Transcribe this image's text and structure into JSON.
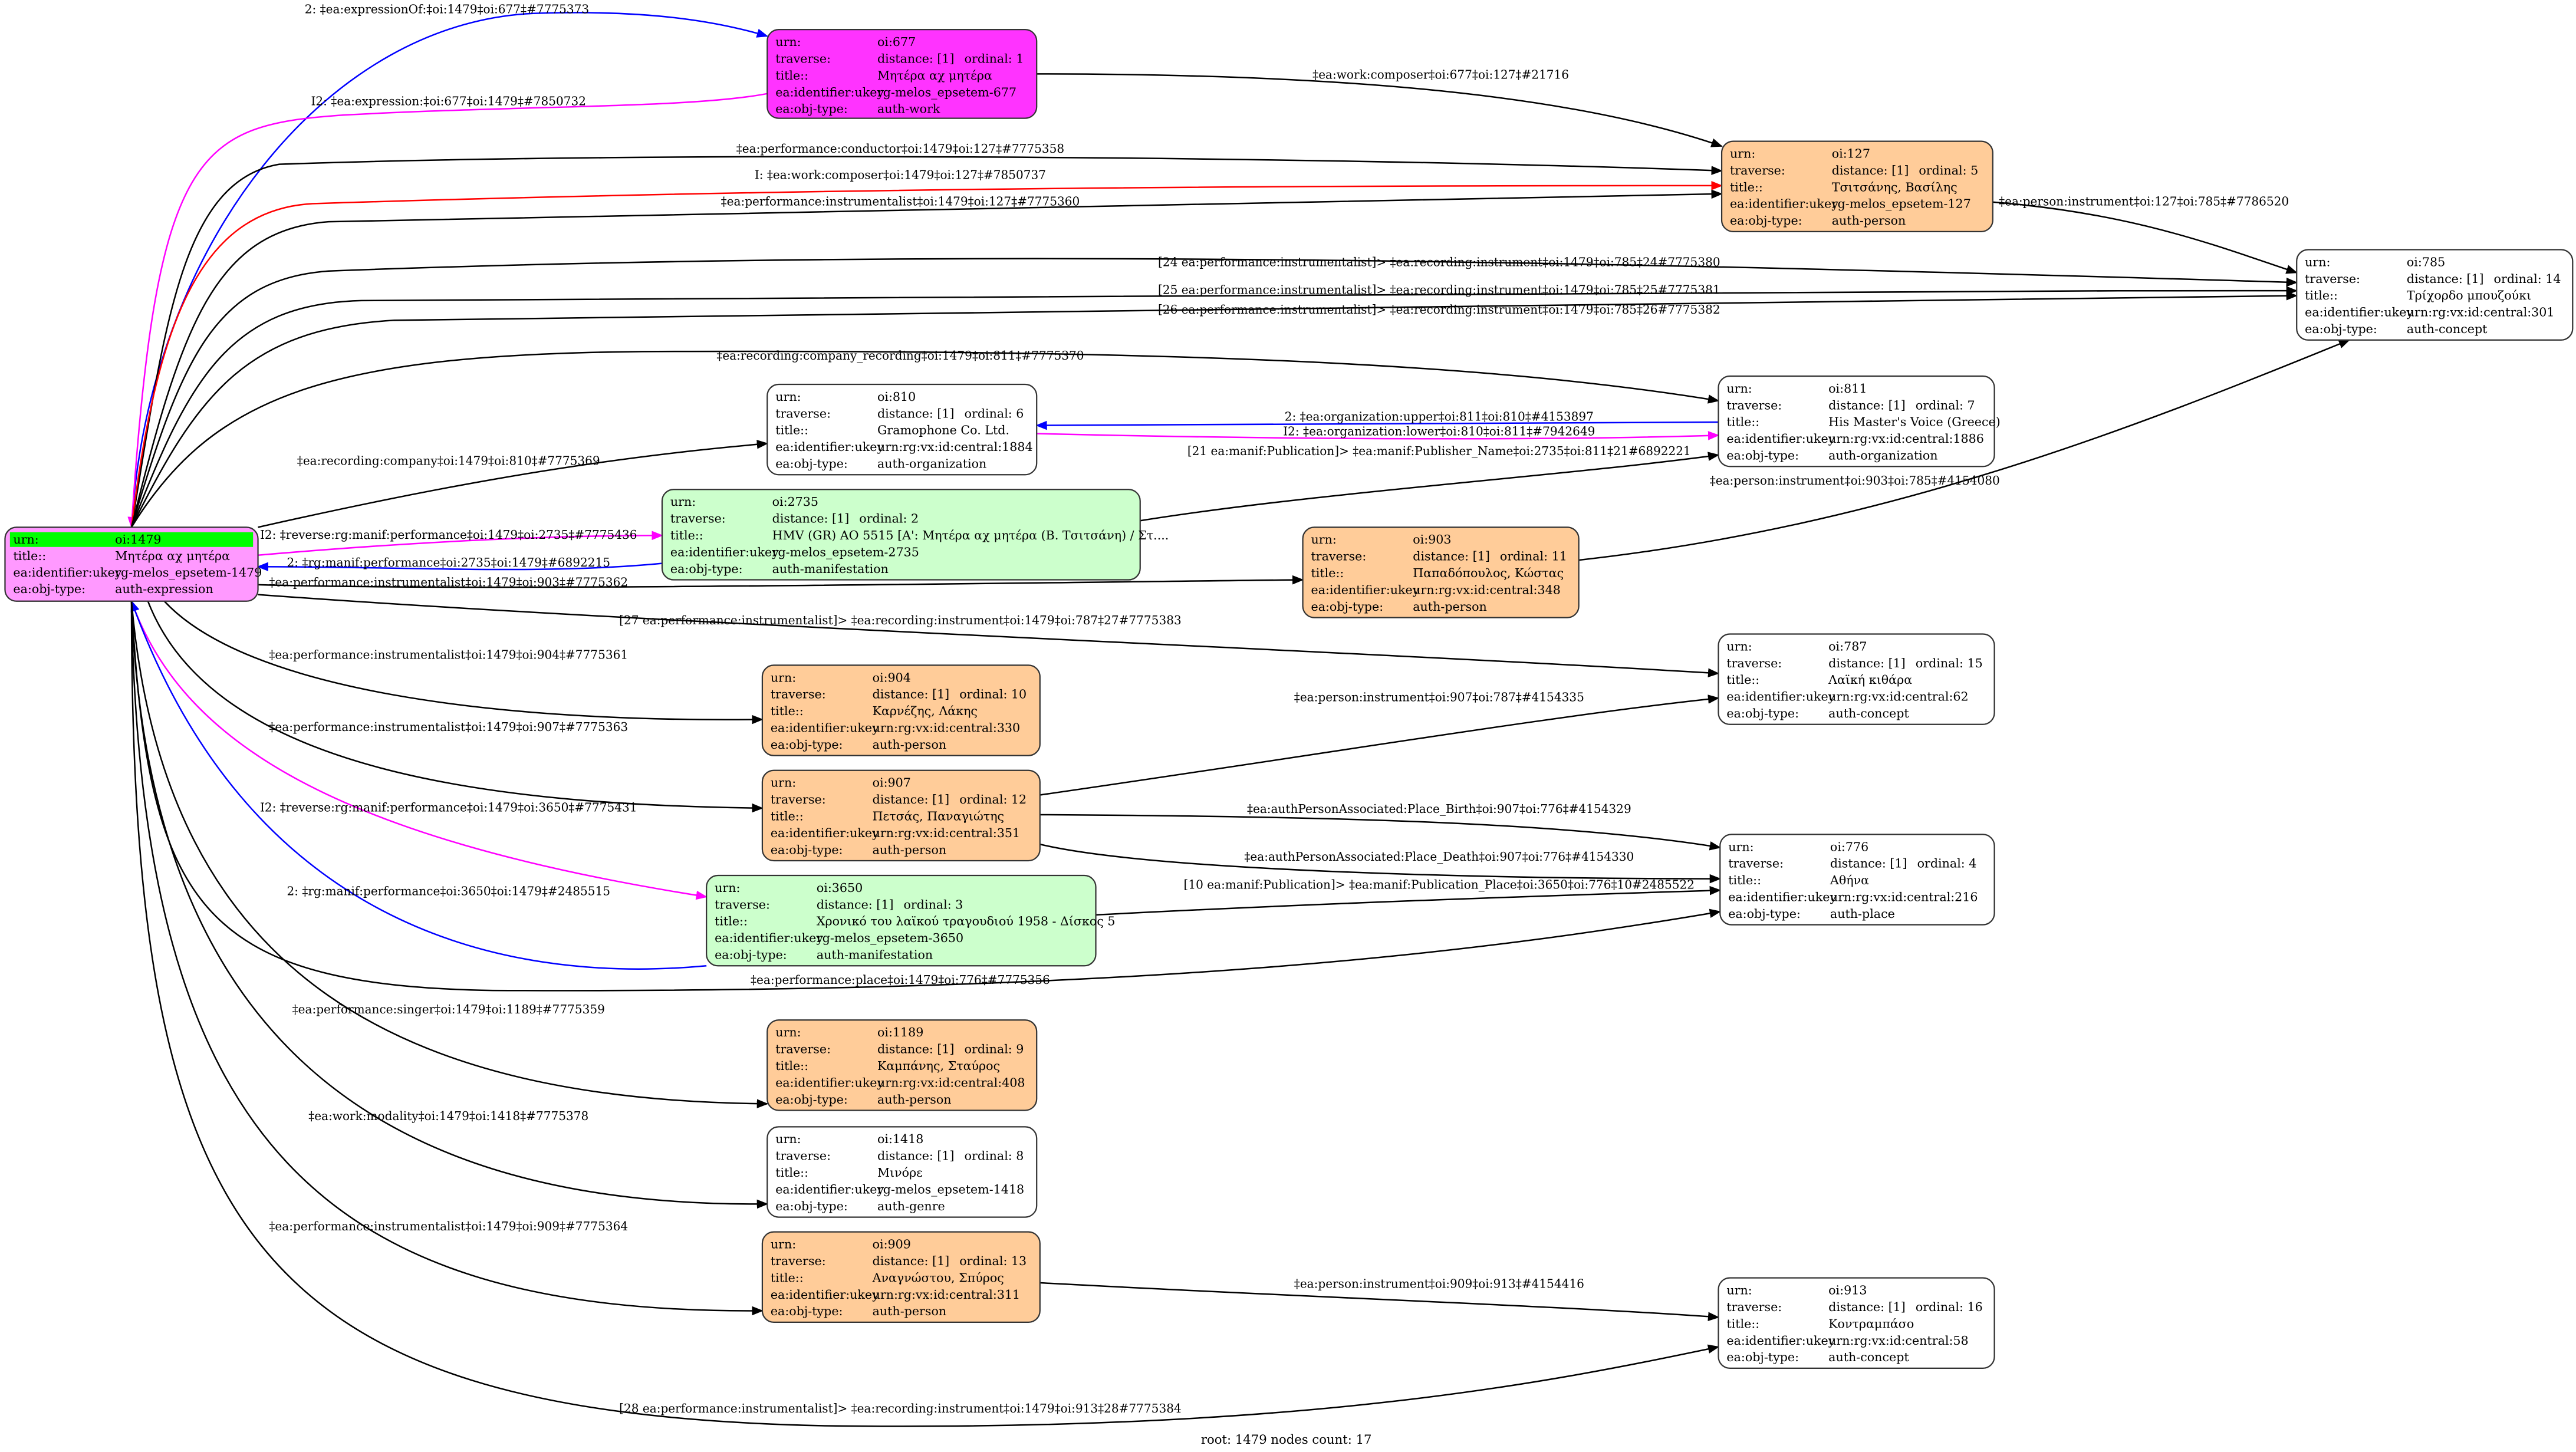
{
  "colors": {
    "root_fill": "#ff99ff",
    "root_urn_highlight": "#00ff00",
    "work_fill": "#ff33ff",
    "person_fill": "#ffcc99",
    "manifestation_fill": "#ccffcc",
    "plain_fill": "#ffffff",
    "edge_black": "#000000",
    "edge_blue": "#0000ff",
    "edge_magenta": "#ff00ff",
    "edge_red": "#ff0000"
  },
  "nodes": [
    {
      "id": "1479",
      "fill": "#ff99ff",
      "root": true,
      "rows": [
        [
          "urn:",
          "oi:1479",
          ""
        ],
        [
          "title::",
          "Μητέρα αχ μητέρα",
          ""
        ],
        [
          "ea:identifier:ukey",
          "rg-melos_epsetem-1479",
          ""
        ],
        [
          "ea:obj-type:",
          "auth-expression",
          ""
        ]
      ]
    },
    {
      "id": "677",
      "fill": "#ff33ff",
      "rows": [
        [
          "urn:",
          "oi:677",
          ""
        ],
        [
          "traverse:",
          "distance: [1]",
          "ordinal: 1"
        ],
        [
          "title::",
          "Μητέρα αχ μητέρα",
          ""
        ],
        [
          "ea:identifier:ukey",
          "rg-melos_epsetem-677",
          ""
        ],
        [
          "ea:obj-type:",
          "auth-work",
          ""
        ]
      ]
    },
    {
      "id": "127",
      "fill": "#ffcc99",
      "rows": [
        [
          "urn:",
          "oi:127",
          ""
        ],
        [
          "traverse:",
          "distance: [1]",
          "ordinal: 5"
        ],
        [
          "title::",
          "Τσιτσάνης, Βασίλης",
          ""
        ],
        [
          "ea:identifier:ukey",
          "rg-melos_epsetem-127",
          ""
        ],
        [
          "ea:obj-type:",
          "auth-person",
          ""
        ]
      ]
    },
    {
      "id": "785",
      "fill": "#ffffff",
      "rows": [
        [
          "urn:",
          "oi:785",
          ""
        ],
        [
          "traverse:",
          "distance: [1]",
          "ordinal: 14"
        ],
        [
          "title::",
          "Τρίχορδο μπουζούκι",
          ""
        ],
        [
          "ea:identifier:ukey",
          "urn:rg:vx:id:central:301",
          ""
        ],
        [
          "ea:obj-type:",
          "auth-concept",
          ""
        ]
      ]
    },
    {
      "id": "810",
      "fill": "#ffffff",
      "rows": [
        [
          "urn:",
          "oi:810",
          ""
        ],
        [
          "traverse:",
          "distance: [1]",
          "ordinal: 6"
        ],
        [
          "title::",
          "Gramophone Co. Ltd.",
          ""
        ],
        [
          "ea:identifier:ukey",
          "urn:rg:vx:id:central:1884",
          ""
        ],
        [
          "ea:obj-type:",
          "auth-organization",
          ""
        ]
      ]
    },
    {
      "id": "811",
      "fill": "#ffffff",
      "rows": [
        [
          "urn:",
          "oi:811",
          ""
        ],
        [
          "traverse:",
          "distance: [1]",
          "ordinal: 7"
        ],
        [
          "title::",
          "His Master's Voice (Greece)",
          ""
        ],
        [
          "ea:identifier:ukey",
          "urn:rg:vx:id:central:1886",
          ""
        ],
        [
          "ea:obj-type:",
          "auth-organization",
          ""
        ]
      ]
    },
    {
      "id": "2735",
      "fill": "#ccffcc",
      "rows": [
        [
          "urn:",
          "oi:2735",
          ""
        ],
        [
          "traverse:",
          "distance: [1]",
          "ordinal: 2"
        ],
        [
          "title::",
          "HMV (GR) AO 5515 [Α': Μητέρα αχ μητέρα (Β. Τσιτσάνη) / Στ....",
          ""
        ],
        [
          "ea:identifier:ukey",
          "rg-melos_epsetem-2735",
          ""
        ],
        [
          "ea:obj-type:",
          "auth-manifestation",
          ""
        ]
      ]
    },
    {
      "id": "903",
      "fill": "#ffcc99",
      "rows": [
        [
          "urn:",
          "oi:903",
          ""
        ],
        [
          "traverse:",
          "distance: [1]",
          "ordinal: 11"
        ],
        [
          "title::",
          "Παπαδόπουλος, Κώστας",
          ""
        ],
        [
          "ea:identifier:ukey",
          "urn:rg:vx:id:central:348",
          ""
        ],
        [
          "ea:obj-type:",
          "auth-person",
          ""
        ]
      ]
    },
    {
      "id": "787",
      "fill": "#ffffff",
      "rows": [
        [
          "urn:",
          "oi:787",
          ""
        ],
        [
          "traverse:",
          "distance: [1]",
          "ordinal: 15"
        ],
        [
          "title::",
          "Λαϊκή κιθάρα",
          ""
        ],
        [
          "ea:identifier:ukey",
          "urn:rg:vx:id:central:62",
          ""
        ],
        [
          "ea:obj-type:",
          "auth-concept",
          ""
        ]
      ]
    },
    {
      "id": "904",
      "fill": "#ffcc99",
      "rows": [
        [
          "urn:",
          "oi:904",
          ""
        ],
        [
          "traverse:",
          "distance: [1]",
          "ordinal: 10"
        ],
        [
          "title::",
          "Καρνέζης, Λάκης",
          ""
        ],
        [
          "ea:identifier:ukey",
          "urn:rg:vx:id:central:330",
          ""
        ],
        [
          "ea:obj-type:",
          "auth-person",
          ""
        ]
      ]
    },
    {
      "id": "907",
      "fill": "#ffcc99",
      "rows": [
        [
          "urn:",
          "oi:907",
          ""
        ],
        [
          "traverse:",
          "distance: [1]",
          "ordinal: 12"
        ],
        [
          "title::",
          "Πετσάς, Παναγιώτης",
          ""
        ],
        [
          "ea:identifier:ukey",
          "urn:rg:vx:id:central:351",
          ""
        ],
        [
          "ea:obj-type:",
          "auth-person",
          ""
        ]
      ]
    },
    {
      "id": "776",
      "fill": "#ffffff",
      "rows": [
        [
          "urn:",
          "oi:776",
          ""
        ],
        [
          "traverse:",
          "distance: [1]",
          "ordinal: 4"
        ],
        [
          "title::",
          "Αθήνα",
          ""
        ],
        [
          "ea:identifier:ukey",
          "urn:rg:vx:id:central:216",
          ""
        ],
        [
          "ea:obj-type:",
          "auth-place",
          ""
        ]
      ]
    },
    {
      "id": "3650",
      "fill": "#ccffcc",
      "rows": [
        [
          "urn:",
          "oi:3650",
          ""
        ],
        [
          "traverse:",
          "distance: [1]",
          "ordinal: 3"
        ],
        [
          "title::",
          "Χρονικό του λαϊκού τραγουδιού 1958 - Δίσκος 5",
          ""
        ],
        [
          "ea:identifier:ukey",
          "rg-melos_epsetem-3650",
          ""
        ],
        [
          "ea:obj-type:",
          "auth-manifestation",
          ""
        ]
      ]
    },
    {
      "id": "1189",
      "fill": "#ffcc99",
      "rows": [
        [
          "urn:",
          "oi:1189",
          ""
        ],
        [
          "traverse:",
          "distance: [1]",
          "ordinal: 9"
        ],
        [
          "title::",
          "Καμπάνης, Σταύρος",
          ""
        ],
        [
          "ea:identifier:ukey",
          "urn:rg:vx:id:central:408",
          ""
        ],
        [
          "ea:obj-type:",
          "auth-person",
          ""
        ]
      ]
    },
    {
      "id": "1418",
      "fill": "#ffffff",
      "rows": [
        [
          "urn:",
          "oi:1418",
          ""
        ],
        [
          "traverse:",
          "distance: [1]",
          "ordinal: 8"
        ],
        [
          "title::",
          "Μινόρε",
          ""
        ],
        [
          "ea:identifier:ukey",
          "rg-melos_epsetem-1418",
          ""
        ],
        [
          "ea:obj-type:",
          "auth-genre",
          ""
        ]
      ]
    },
    {
      "id": "909",
      "fill": "#ffcc99",
      "rows": [
        [
          "urn:",
          "oi:909",
          ""
        ],
        [
          "traverse:",
          "distance: [1]",
          "ordinal: 13"
        ],
        [
          "title::",
          "Αναγνώστου, Σπύρος",
          ""
        ],
        [
          "ea:identifier:ukey",
          "urn:rg:vx:id:central:311",
          ""
        ],
        [
          "ea:obj-type:",
          "auth-person",
          ""
        ]
      ]
    },
    {
      "id": "913",
      "fill": "#ffffff",
      "rows": [
        [
          "urn:",
          "oi:913",
          ""
        ],
        [
          "traverse:",
          "distance: [1]",
          "ordinal: 16"
        ],
        [
          "title::",
          "Κοντραμπάσο",
          ""
        ],
        [
          "ea:identifier:ukey",
          "urn:rg:vx:id:central:58",
          ""
        ],
        [
          "ea:obj-type:",
          "auth-concept",
          ""
        ]
      ]
    }
  ],
  "edges": [
    {
      "from": "1479",
      "to": "677",
      "color": "#0000ff",
      "label": "2: ‡ea:expressionOf:‡oi:1479‡oi:677‡#7775373"
    },
    {
      "from": "677",
      "to": "1479",
      "color": "#ff00ff",
      "label": "I2: ‡ea:expression:‡oi:677‡oi:1479‡#7850732"
    },
    {
      "from": "677",
      "to": "127",
      "color": "#000000",
      "label": "‡ea:work:composer‡oi:677‡oi:127‡#21716"
    },
    {
      "from": "1479",
      "to": "127",
      "color": "#000000",
      "label": "‡ea:performance:conductor‡oi:1479‡oi:127‡#7775358"
    },
    {
      "from": "1479",
      "to": "127",
      "color": "#ff0000",
      "label": "I: ‡ea:work:composer‡oi:1479‡oi:127‡#7850737"
    },
    {
      "from": "1479",
      "to": "127",
      "color": "#000000",
      "label": "‡ea:performance:instrumentalist‡oi:1479‡oi:127‡#7775360"
    },
    {
      "from": "127",
      "to": "785",
      "color": "#000000",
      "label": "‡ea:person:instrument‡oi:127‡oi:785‡#7786520"
    },
    {
      "from": "1479",
      "to": "785",
      "color": "#000000",
      "label": "[24 ea:performance:instrumentalist]> ‡ea:recording:instrument‡oi:1479‡oi:785‡24#7775380"
    },
    {
      "from": "1479",
      "to": "785",
      "color": "#000000",
      "label": "[25 ea:performance:instrumentalist]> ‡ea:recording:instrument‡oi:1479‡oi:785‡25#7775381"
    },
    {
      "from": "1479",
      "to": "785",
      "color": "#000000",
      "label": "[26 ea:performance:instrumentalist]> ‡ea:recording:instrument‡oi:1479‡oi:785‡26#7775382"
    },
    {
      "from": "1479",
      "to": "811",
      "color": "#000000",
      "label": "‡ea:recording:company_recording‡oi:1479‡oi:811‡#7775370"
    },
    {
      "from": "1479",
      "to": "810",
      "color": "#000000",
      "label": "‡ea:recording:company‡oi:1479‡oi:810‡#7775369"
    },
    {
      "from": "811",
      "to": "810",
      "color": "#0000ff",
      "label": "2: ‡ea:organization:upper‡oi:811‡oi:810‡#4153897"
    },
    {
      "from": "810",
      "to": "811",
      "color": "#ff00ff",
      "label": "I2: ‡ea:organization:lower‡oi:810‡oi:811‡#7942649"
    },
    {
      "from": "2735",
      "to": "811",
      "color": "#000000",
      "label": "[21 ea:manif:Publication]> ‡ea:manif:Publisher_Name‡oi:2735‡oi:811‡21#6892221"
    },
    {
      "from": "903",
      "to": "785",
      "color": "#000000",
      "label": "‡ea:person:instrument‡oi:903‡oi:785‡#4154080"
    },
    {
      "from": "1479",
      "to": "2735",
      "color": "#ff00ff",
      "label": "I2: ‡reverse:rg:manif:performance‡oi:1479‡oi:2735‡#7775436"
    },
    {
      "from": "2735",
      "to": "1479",
      "color": "#0000ff",
      "label": "2: ‡rg:manif:performance‡oi:2735‡oi:1479‡#6892215"
    },
    {
      "from": "1479",
      "to": "903",
      "color": "#000000",
      "label": "‡ea:performance:instrumentalist‡oi:1479‡oi:903‡#7775362"
    },
    {
      "from": "1479",
      "to": "787",
      "color": "#000000",
      "label": "[27 ea:performance:instrumentalist]> ‡ea:recording:instrument‡oi:1479‡oi:787‡27#7775383"
    },
    {
      "from": "1479",
      "to": "904",
      "color": "#000000",
      "label": "‡ea:performance:instrumentalist‡oi:1479‡oi:904‡#7775361"
    },
    {
      "from": "1479",
      "to": "907",
      "color": "#000000",
      "label": "‡ea:performance:instrumentalist‡oi:1479‡oi:907‡#7775363"
    },
    {
      "from": "907",
      "to": "787",
      "color": "#000000",
      "label": "‡ea:person:instrument‡oi:907‡oi:787‡#4154335"
    },
    {
      "from": "907",
      "to": "776",
      "color": "#000000",
      "label": "‡ea:authPersonAssociated:Place_Birth‡oi:907‡oi:776‡#4154329"
    },
    {
      "from": "907",
      "to": "776",
      "color": "#000000",
      "label": "‡ea:authPersonAssociated:Place_Death‡oi:907‡oi:776‡#4154330"
    },
    {
      "from": "1479",
      "to": "3650",
      "color": "#ff00ff",
      "label": "I2: ‡reverse:rg:manif:performance‡oi:1479‡oi:3650‡#7775431"
    },
    {
      "from": "3650",
      "to": "1479",
      "color": "#0000ff",
      "label": "2: ‡rg:manif:performance‡oi:3650‡oi:1479‡#2485515"
    },
    {
      "from": "3650",
      "to": "776",
      "color": "#000000",
      "label": "[10 ea:manif:Publication]> ‡ea:manif:Publication_Place‡oi:3650‡oi:776‡10#2485522"
    },
    {
      "from": "1479",
      "to": "776",
      "color": "#000000",
      "label": "‡ea:performance:place‡oi:1479‡oi:776‡#7775356"
    },
    {
      "from": "1479",
      "to": "1189",
      "color": "#000000",
      "label": "‡ea:performance:singer‡oi:1479‡oi:1189‡#7775359"
    },
    {
      "from": "1479",
      "to": "1418",
      "color": "#000000",
      "label": "‡ea:work:modality‡oi:1479‡oi:1418‡#7775378"
    },
    {
      "from": "1479",
      "to": "909",
      "color": "#000000",
      "label": "‡ea:performance:instrumentalist‡oi:1479‡oi:909‡#7775364"
    },
    {
      "from": "909",
      "to": "913",
      "color": "#000000",
      "label": "‡ea:person:instrument‡oi:909‡oi:913‡#4154416"
    },
    {
      "from": "1479",
      "to": "913",
      "color": "#000000",
      "label": "[28 ea:performance:instrumentalist]> ‡ea:recording:instrument‡oi:1479‡oi:913‡28#7775384"
    }
  ],
  "footer": "root: 1479 nodes count: 17"
}
